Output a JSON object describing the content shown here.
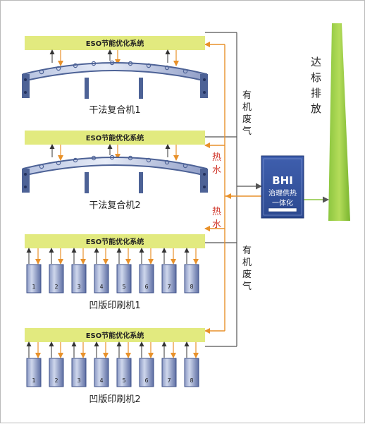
{
  "eso_bar_label": "ESO节能优化系统",
  "machines": {
    "laminator_1": "干法复合机1",
    "laminator_2": "干法复合机2",
    "press_1": "凹版印刷机1",
    "press_2": "凹版印刷机2"
  },
  "unit_numbers": [
    "1",
    "2",
    "3",
    "4",
    "5",
    "6",
    "7",
    "8"
  ],
  "flows": {
    "exhaust_top": [
      "有",
      "机",
      "废",
      "气"
    ],
    "exhaust_bottom": [
      "有",
      "机",
      "废",
      "气"
    ],
    "hot_water_1": [
      "热",
      "水"
    ],
    "hot_water_2": [
      "热",
      "水"
    ]
  },
  "bhi": {
    "title": "BHI",
    "line1": "治理供热",
    "line2": "一体化"
  },
  "chimney_label": [
    "达",
    "标",
    "排",
    "放"
  ],
  "colors": {
    "eso_bar": "#e2ea7f",
    "machine_blue": "#4d6296",
    "arrow_orange": "#e8912a",
    "arrow_gray": "#333333",
    "hot_water_red": "#d0362a",
    "chimney_green": "#8cc63f",
    "bhi_blue": "#2f4f9c"
  }
}
